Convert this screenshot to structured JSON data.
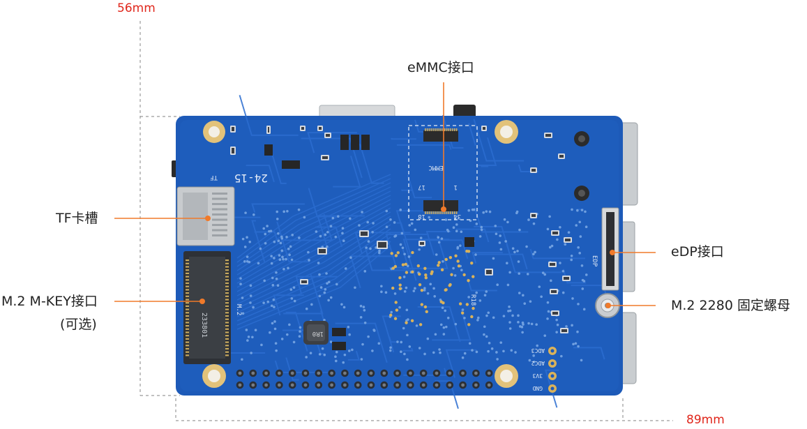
{
  "dimensions": {
    "height_label": "56mm",
    "width_label": "89mm"
  },
  "callouts": {
    "emmc": "eMMC接口",
    "tf": "TF卡槽",
    "edp": "eDP接口",
    "m2_mkey_line1": "M.2 M-KEY接口",
    "m2_mkey_line2": "(可选)",
    "m2_mount": "M.2 2280 固定螺母"
  },
  "silkscreen": {
    "tf": "TF",
    "date_code": "24-15",
    "emmc": "EMMC",
    "pin1": "1",
    "pin17": "17",
    "pin18": "18",
    "pin34": "34",
    "m2": "M.2",
    "edp": "EDP",
    "r18": "R18",
    "adc3": "ADC3",
    "adc2": "ADC2",
    "v33": "3V3",
    "gnd": "GND",
    "inductor": "1R0",
    "m2_part": "233801"
  },
  "colors": {
    "board": "#1d5ab8",
    "board_dark": "#174b9f",
    "trace": "#2a6bcc",
    "pad": "#d9b25b",
    "accent_line": "#f07a2a",
    "dimension": "#e0261b"
  }
}
